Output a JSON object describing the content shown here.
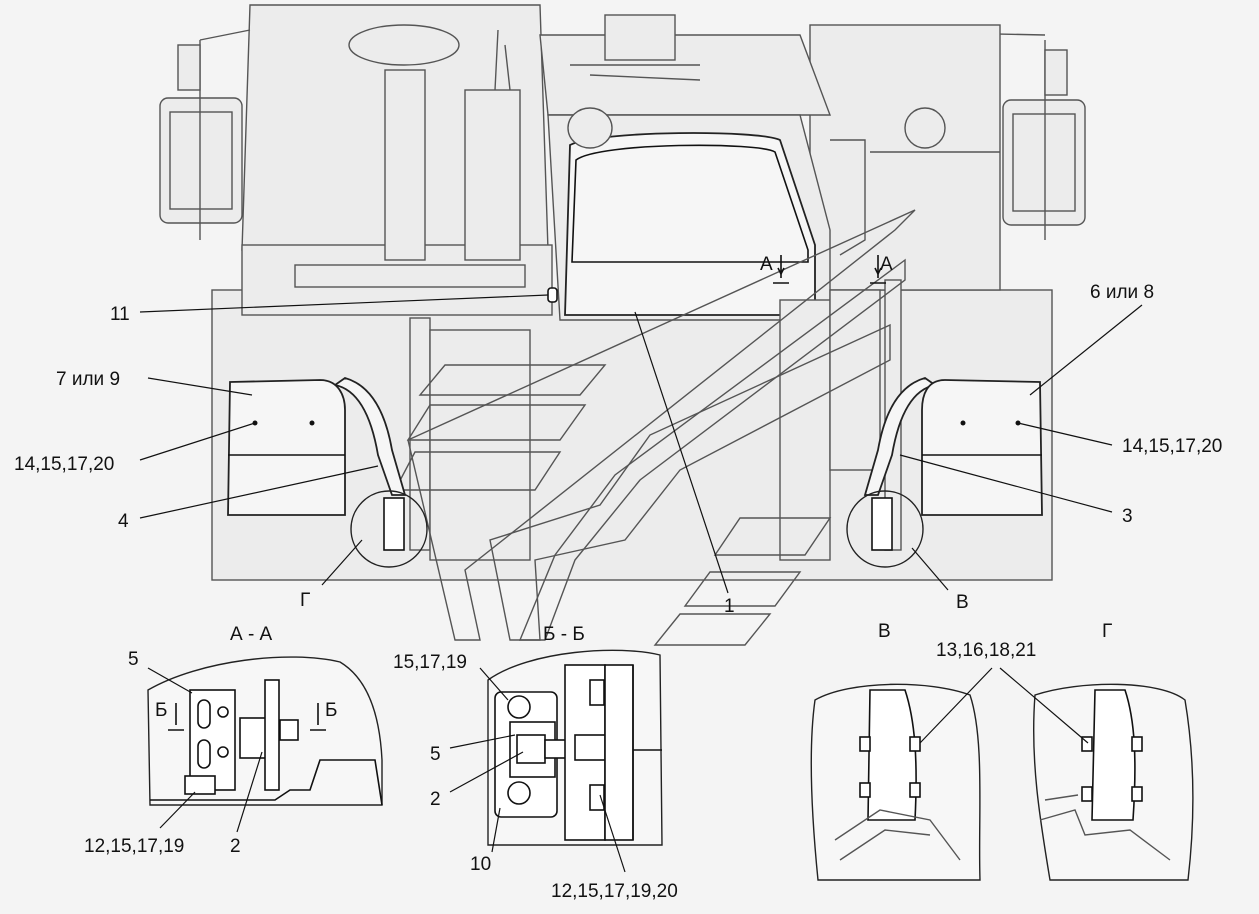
{
  "labels": {
    "l11": "11",
    "l7or9": "7 или 9",
    "l6or8": "6 или 8",
    "l14_left": "14,15,17,20",
    "l14_right": "14,15,17,20",
    "l4": "4",
    "l3": "3",
    "l1": "1",
    "lG": "Г",
    "lV": "В",
    "cutA_left": "А",
    "cutA_right": "А"
  },
  "details": {
    "aa": {
      "title": "А - А",
      "l5": "5",
      "cutB_left": "Б",
      "cutB_right": "Б",
      "l12": "12,15,17,19",
      "l2": "2"
    },
    "bb": {
      "title": "Б - Б",
      "l15": "15,17,19",
      "l5": "5",
      "l2": "2",
      "l10": "10",
      "l12": "12,15,17,19,20"
    },
    "v": {
      "title": "В",
      "l13": "13,16,18,21"
    },
    "g": {
      "title": "Г"
    }
  }
}
